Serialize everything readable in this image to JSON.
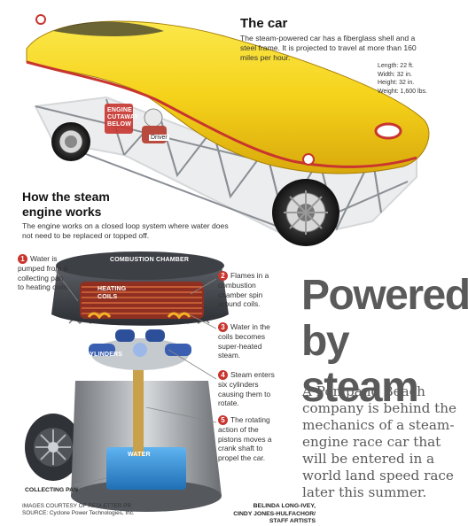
{
  "car": {
    "heading": "The car",
    "body": "The steam-powered car has a fiberglass shell and a steel frame. It is projected to travel at more than 160 miles per hour.",
    "specs": [
      "Length: 22 ft.",
      "Width: 32 in.",
      "Height: 32 in.",
      "Weight: 1,600 lbs."
    ],
    "labels": {
      "engine_cutaway": [
        "ENGINE",
        "CUTAWAY",
        "BELOW"
      ],
      "driver": "Driver"
    }
  },
  "engine": {
    "heading": "How the steam engine works",
    "body": "The engine works on a closed loop system where water does not need to be replaced or topped off.",
    "labels": {
      "combustion_chamber": "COMBUSTION CHAMBER",
      "heating_coils": [
        "HEATING",
        "COILS"
      ],
      "cylinders": "CYLINDERS",
      "water": "WATER",
      "collecting_pan": "COLLECTING PAN"
    },
    "steps": [
      {
        "n": "1",
        "text": "Water is pumped from a collecting pan to heating coils."
      },
      {
        "n": "2",
        "text": "Flames in a combustion chamber spin around coils."
      },
      {
        "n": "3",
        "text": "Water in the coils becomes super-heated steam."
      },
      {
        "n": "4",
        "text": "Steam enters six cylinders causing them to rotate."
      },
      {
        "n": "5",
        "text": "The rotating action of the pistons moves a crank shaft to propel the car."
      }
    ]
  },
  "headline": {
    "line1": "Powered",
    "line2": "by steam"
  },
  "deck": "A Pompano Beach company is behind the mechanics of a steam-engine race car that will be entered in a world land speed race later this summer.",
  "credits": {
    "images": "IMAGES COURTESY OF REDLETTER PR",
    "source": "SOURCE: Cyclone Power Technologies, Inc.",
    "staff": [
      "BELINDA LONG-IVEY,",
      "CINDY JONES-HULFACHOR/",
      "STAFF ARTISTS"
    ]
  },
  "colors": {
    "body_yellow": "#f5d21a",
    "stripe_red": "#c8352f",
    "step_red": "#c8352f",
    "headline_gray": "#5a5a5a"
  }
}
